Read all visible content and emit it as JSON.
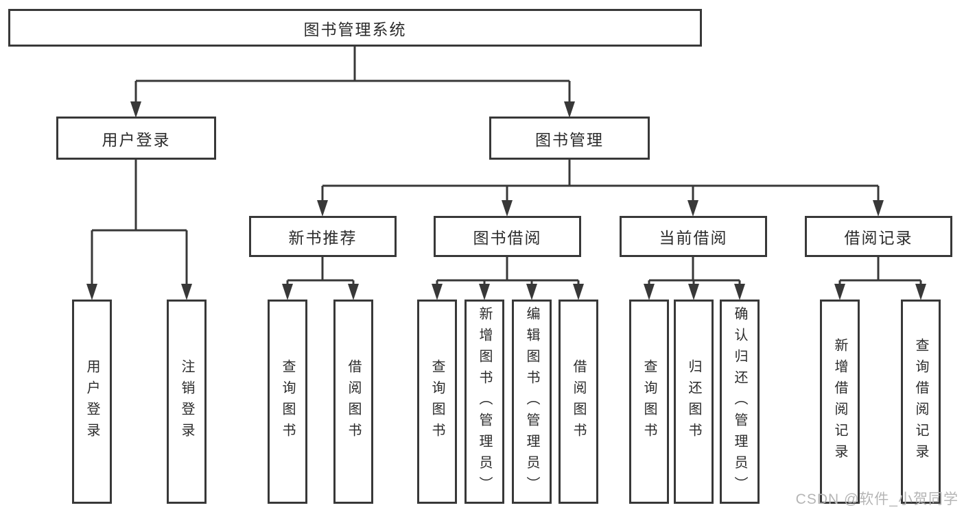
{
  "diagram": {
    "root": "图书管理系统",
    "level2": {
      "user_login": "用户登录",
      "book_management": "图书管理"
    },
    "level3": {
      "new_book_recommendation": "新书推荐",
      "book_borrowing": "图书借阅",
      "current_borrowing": "当前借阅",
      "borrowing_records": "借阅记录"
    },
    "leaves": {
      "user_login": [
        "用户登录",
        "注销登录"
      ],
      "new_book_recommendation": [
        "查询图书",
        "借阅图书"
      ],
      "book_borrowing": [
        "查询图书",
        "新增图书（管理员）",
        "编辑图书（管理员）",
        "借阅图书"
      ],
      "current_borrowing": [
        "查询图书",
        "归还图书",
        "确认归还（管理员）"
      ],
      "borrowing_records": [
        "新增借阅记录",
        "查询借阅记录"
      ]
    }
  },
  "watermark": "CSDN @软件_小贺同学",
  "colors": {
    "line": "#383838",
    "text": "#2b2b2b",
    "watermark": "#b5b5b5",
    "background": "#ffffff"
  }
}
